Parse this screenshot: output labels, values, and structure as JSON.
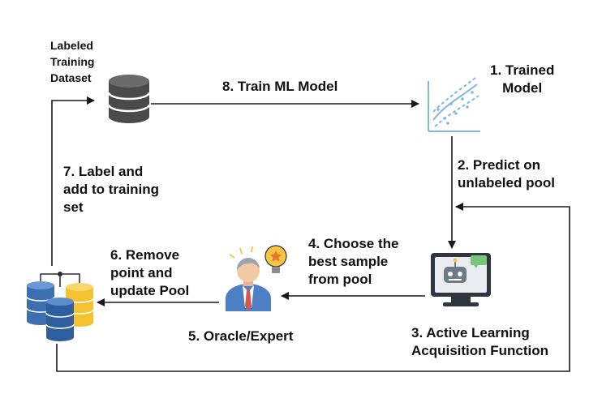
{
  "labels": {
    "dataset": "Labeled\nTraining\nDataset",
    "step1": "1. Trained\nModel",
    "step2": "2. Predict on\nunlabeled pool",
    "step3": "3. Active Learning\nAcquisition Function",
    "step4": "4. Choose the\nbest sample\nfrom pool",
    "step5": "5. Oracle/Expert",
    "step6": "6. Remove\npoint and\nupdate Pool",
    "step7": "7. Label and\nadd to training\nset",
    "step8": "8. Train ML Model"
  },
  "icons": {
    "dataset": "database-icon",
    "model": "trained-model-chart-icon",
    "acquisition": "ai-robot-monitor-icon",
    "oracle": "expert-with-lightbulb-icon",
    "pool": "unlabeled-pool-databases-icon"
  },
  "colors": {
    "arrow": "#1a1a1a",
    "db_gray": "#4a4a4a",
    "db_blue": "#3c6fb0",
    "db_yellow": "#f2c230",
    "chart_blue": "#7fb8e6",
    "lightbulb": "#f6c343"
  }
}
